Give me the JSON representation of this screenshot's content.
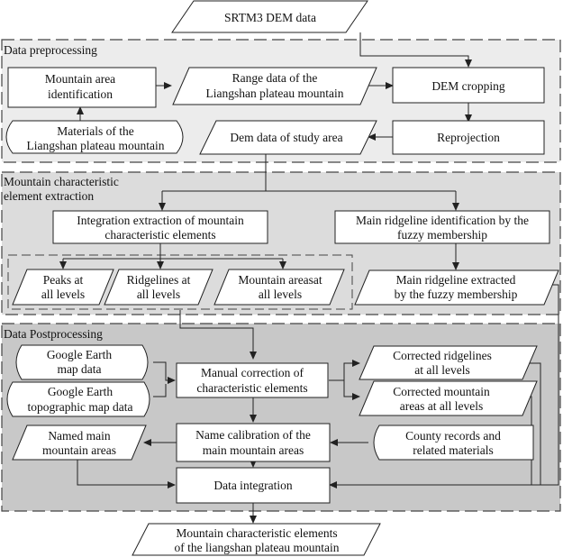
{
  "top_input": "SRTM3 DEM data",
  "sections": {
    "preprocessing": "Data preprocessing",
    "extraction_line1": "Mountain characteristic",
    "extraction_line2": "element extraction",
    "postprocessing": "Data Postprocessing"
  },
  "nodes": {
    "mountain_area_id": [
      "Mountain area",
      "identification"
    ],
    "range_data": [
      "Range data of the",
      "Liangshan plateau mountain"
    ],
    "dem_cropping": [
      "DEM cropping"
    ],
    "materials": [
      "Materials of the",
      "Liangshan plateau mountain"
    ],
    "dem_study_area": [
      "Dem data of study area"
    ],
    "reprojection": [
      "Reprojection"
    ],
    "integration_extraction": [
      "Integration extraction of mountain",
      "characteristic elements"
    ],
    "main_ridgeline_id": [
      "Main ridgeline identification by the",
      "fuzzy membership"
    ],
    "peaks": [
      "Peaks at",
      "all levels"
    ],
    "ridgelines": [
      "Ridgelines at",
      "all levels"
    ],
    "mountain_areas": [
      "Mountain areasat",
      "all levels"
    ],
    "main_ridgeline_extracted": [
      "Main ridgeline extracted",
      "by the fuzzy membership"
    ],
    "google_earth_map": [
      "Google Earth",
      "map data"
    ],
    "google_earth_topo": [
      "Google Earth",
      "topographic map data"
    ],
    "manual_correction": [
      "Manual correction of",
      "characteristic elements"
    ],
    "corrected_ridgelines": [
      "Corrected ridgelines",
      "at all levels"
    ],
    "corrected_mountain_areas": [
      "Corrected mountain",
      "areas at all levels"
    ],
    "named_mountain_areas": [
      "Named  main",
      "mountain areas"
    ],
    "name_calibration": [
      "Name calibration of the",
      "main mountain areas"
    ],
    "county_records": [
      "County records and",
      "related materials"
    ],
    "data_integration": [
      "Data integration"
    ]
  },
  "final_output": [
    "Mountain characteristic elements",
    "of the liangshan plateau mountain"
  ]
}
